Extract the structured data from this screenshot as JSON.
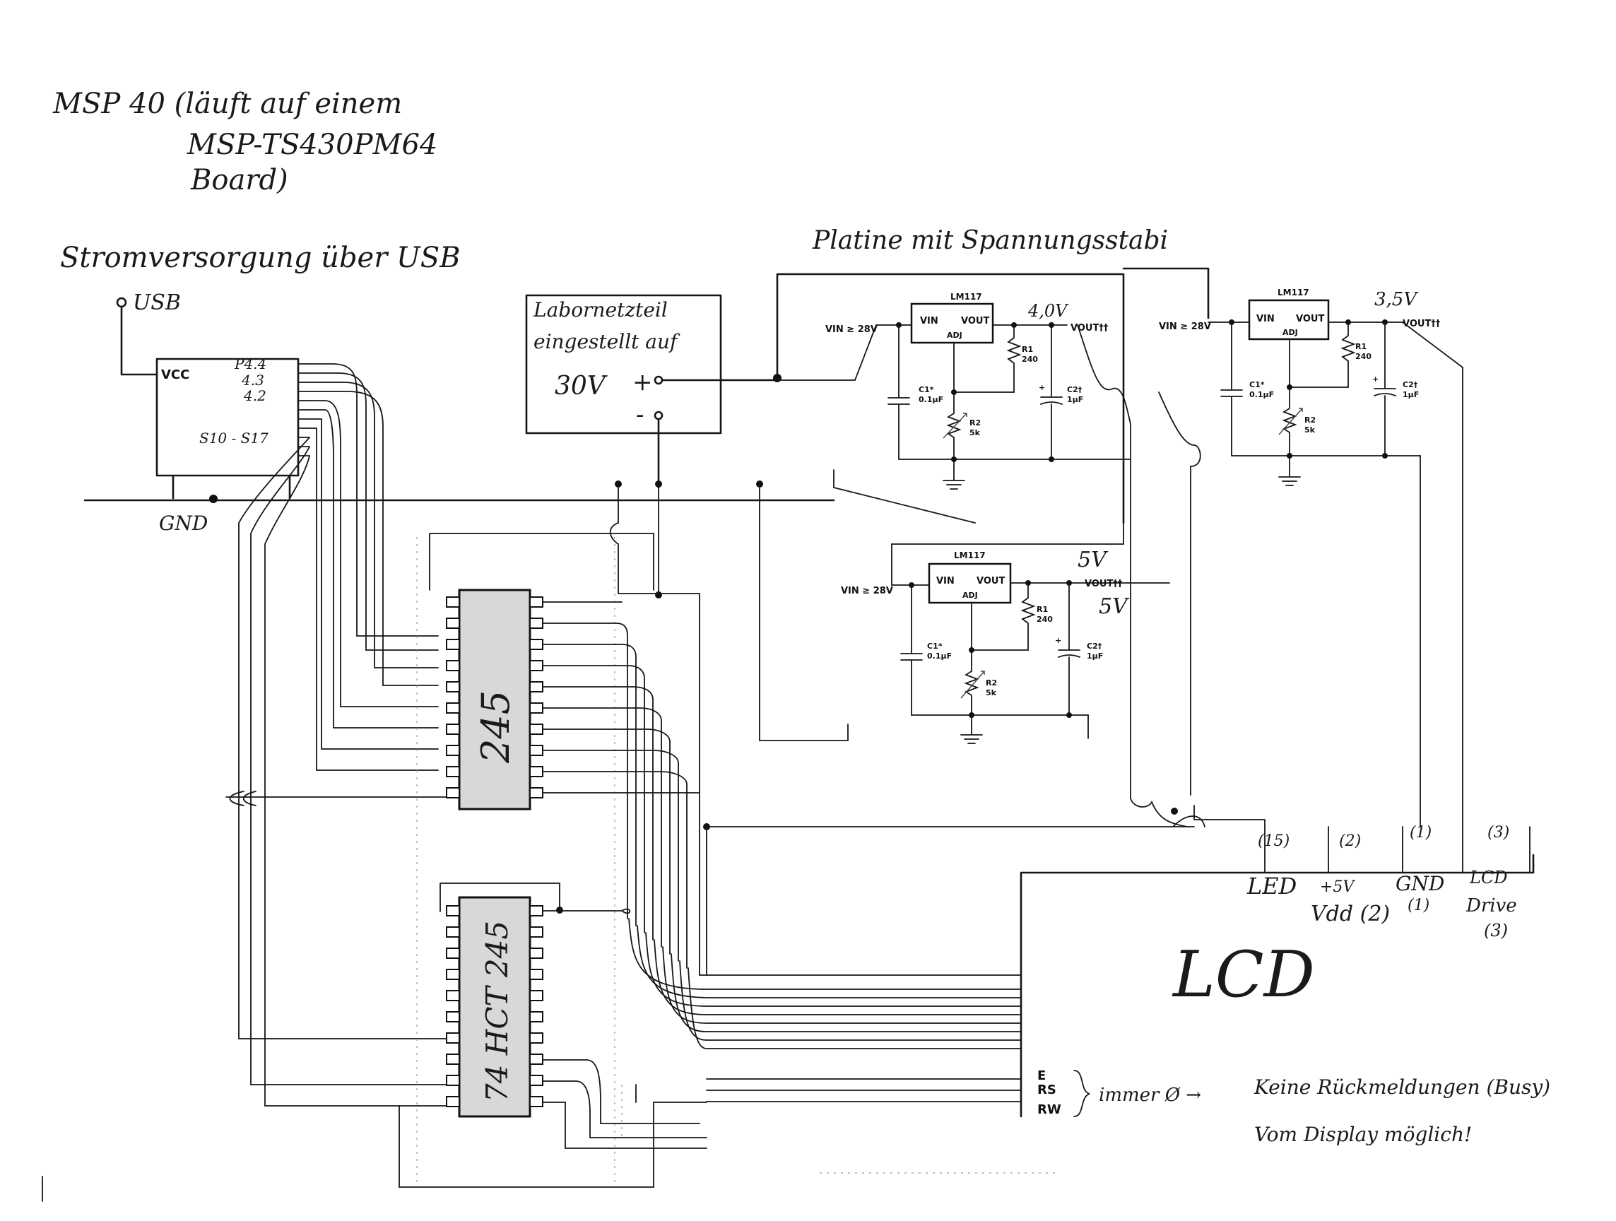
{
  "notes": {
    "msp_line1": "MSP 40 (läuft auf einem",
    "msp_line2": "MSP-TS430PM64",
    "msp_line3": "Board)",
    "power": "Stromversorgung über USB",
    "usb": "USB",
    "gnd": "GND",
    "platine": "Platine mit Spannungsstabi",
    "lab_line1": "Labornetzteil",
    "lab_line2": "eingestellt auf",
    "lab_value": "30V",
    "plus": "+",
    "minus": "-",
    "remark_line1": "Keine Rückmeldungen (Busy)",
    "remark_line2": "Vom Display möglich!",
    "brace_text": "immer Ø → "
  },
  "msp": {
    "vcc": "VCC",
    "p44": "P4.4",
    "p43": "4.3",
    "p42": "4.2",
    "seg": "S10 - S17"
  },
  "regulators": [
    {
      "name": "LM117",
      "vin": "VIN ≥ 28V",
      "vin_pin": "VIN",
      "vout_pin": "VOUT",
      "adj": "ADJ",
      "vout": "VOUT††",
      "r1": "R1",
      "r1v": "240",
      "r2": "R2",
      "r2v": "5k",
      "c1": "C1*",
      "c1v": "0.1µF",
      "c2": "C2†",
      "c2v": "1µF",
      "label": "4,0V"
    },
    {
      "name": "LM117",
      "vin": "VIN ≥ 28V",
      "vin_pin": "VIN",
      "vout_pin": "VOUT",
      "adj": "ADJ",
      "vout": "VOUT††",
      "r1": "R1",
      "r1v": "240",
      "r2": "R2",
      "r2v": "5k",
      "c1": "C1*",
      "c1v": "0.1µF",
      "c2": "C2†",
      "c2v": "1µF",
      "label": "3,5V"
    },
    {
      "name": "LM117",
      "vin": "VIN ≥ 28V",
      "vin_pin": "VIN",
      "vout_pin": "VOUT",
      "adj": "ADJ",
      "vout": "VOUT††",
      "r1": "R1",
      "r1v": "240",
      "r2": "R2",
      "r2v": "5k",
      "c1": "C1*",
      "c1v": "0.1µF",
      "c2": "C2†",
      "c2v": "1µF",
      "label": "5V",
      "label2": "5V"
    }
  ],
  "chips": {
    "upper": "245",
    "lower": "74 HCT 245"
  },
  "lcd": {
    "title": "LCD",
    "pin_led_num": "(15)",
    "pin_vdd_num": "(2)",
    "pin_gnd_num": "(1)",
    "pin_drive_num": "(3)",
    "led": "LED",
    "vdd_top": "+5V",
    "vdd": "Vdd (2)",
    "gnd": "GND",
    "gnd_num": "(1)",
    "drive_top": "LCD",
    "drive": "Drive",
    "drive_num": "(3)",
    "e": "E",
    "rs": "RS",
    "rw": "RW"
  }
}
